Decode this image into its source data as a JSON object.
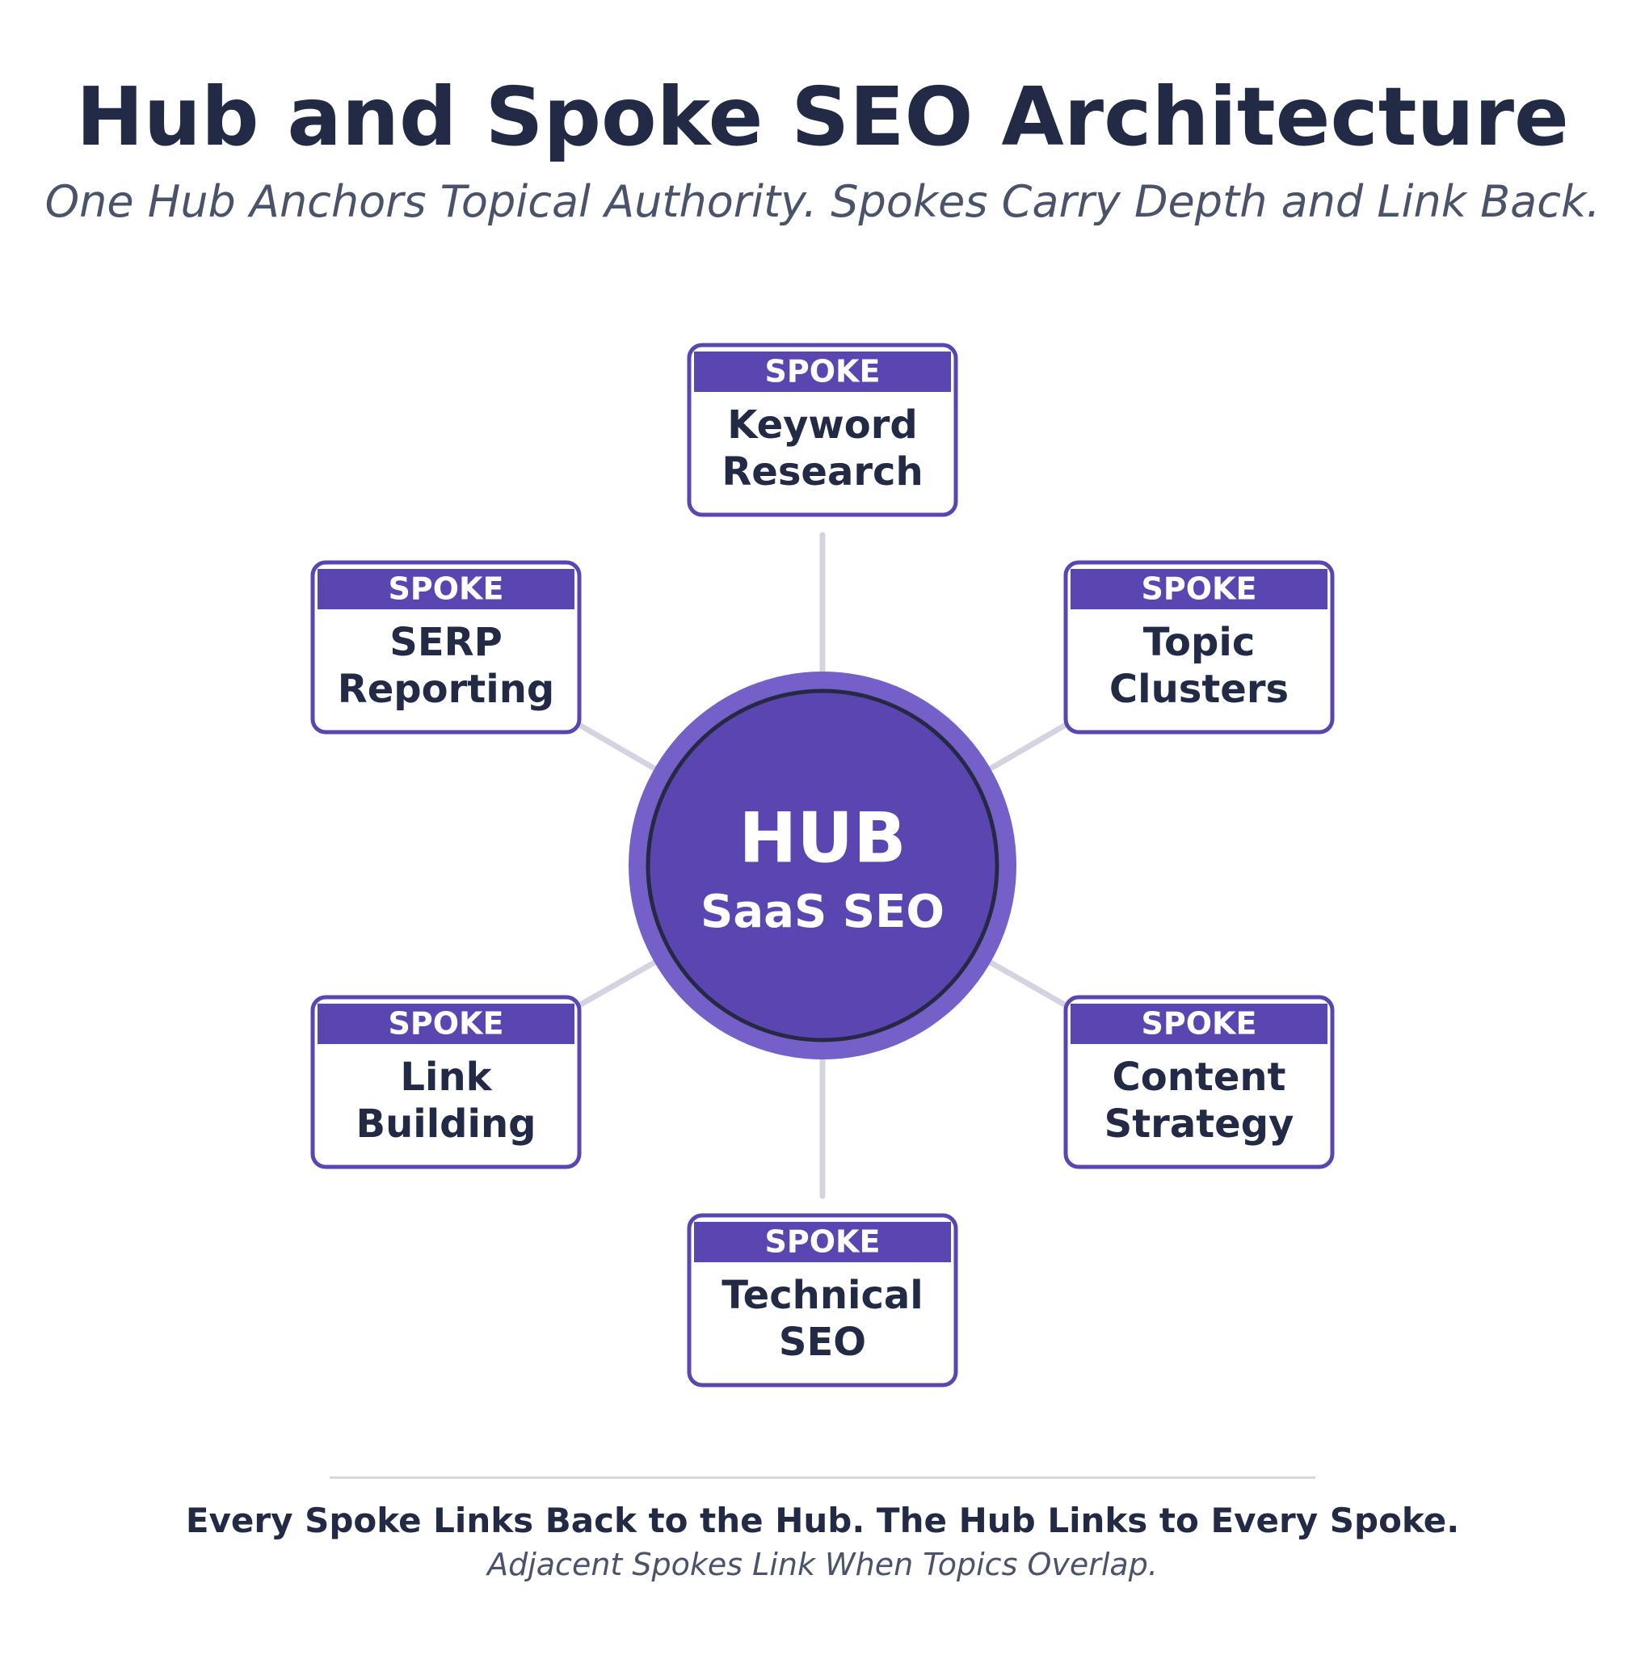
{
  "header": {
    "title": "Hub and Spoke SEO Architecture",
    "subtitle": "One Hub Anchors Topical Authority. Spokes Carry Depth and Link Back."
  },
  "hub": {
    "label": "HUB",
    "topic": "SaaS SEO"
  },
  "spokes": [
    {
      "tag": "SPOKE",
      "lines": [
        "Keyword",
        "Research"
      ]
    },
    {
      "tag": "SPOKE",
      "lines": [
        "Topic",
        "Clusters"
      ]
    },
    {
      "tag": "SPOKE",
      "lines": [
        "Content",
        "Strategy"
      ]
    },
    {
      "tag": "SPOKE",
      "lines": [
        "Technical",
        "SEO"
      ]
    },
    {
      "tag": "SPOKE",
      "lines": [
        "Link",
        "Building"
      ]
    },
    {
      "tag": "SPOKE",
      "lines": [
        "SERP",
        "Reporting"
      ]
    }
  ],
  "footer": {
    "main": "Every Spoke Links Back to the Hub. The Hub Links to Every Spoke.",
    "sub": "Adjacent Spokes Link When Topics Overlap."
  },
  "colors": {
    "primary": "#5b46b1",
    "hub_ring": "#7560c9",
    "hub_inner_stroke": "#262944",
    "text_dark": "#232a45",
    "text_muted": "#4b536b",
    "connector": "#d3d4df",
    "card_bg": "#ffffff",
    "white": "#ffffff"
  }
}
